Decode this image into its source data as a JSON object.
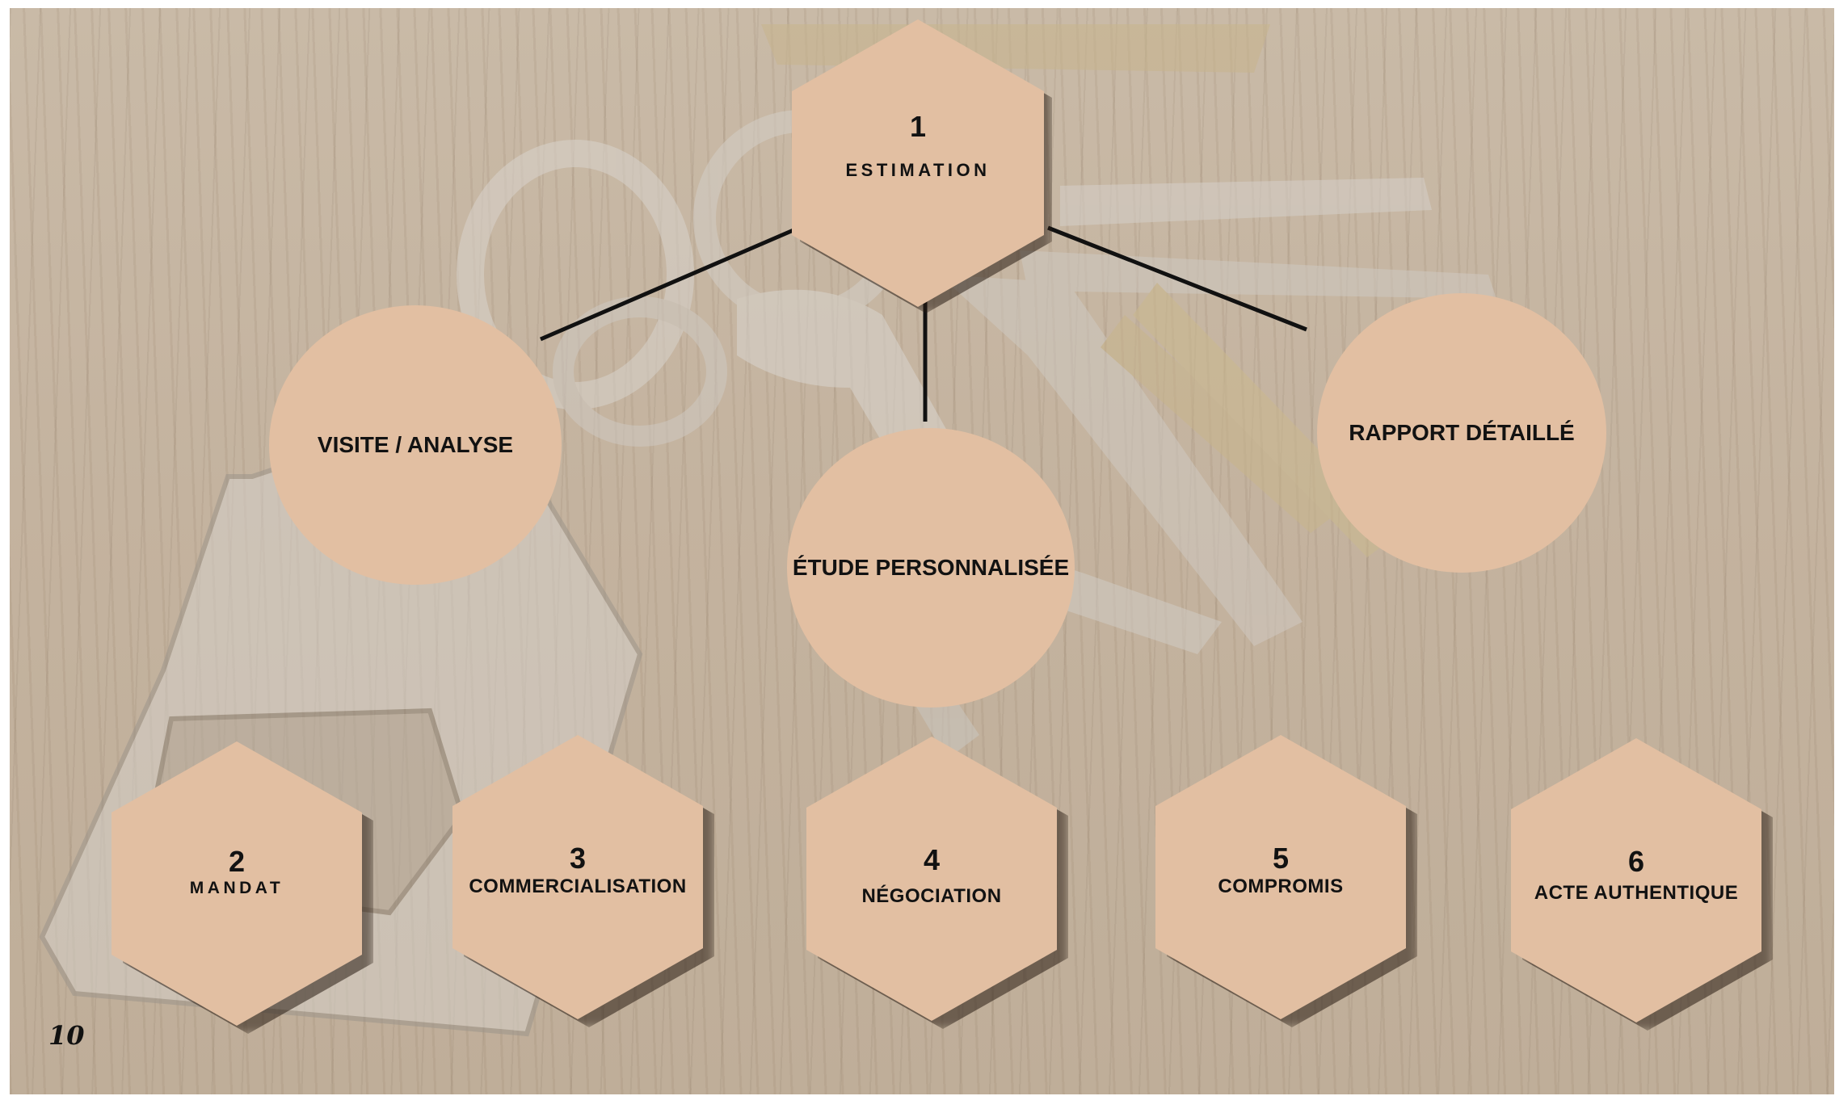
{
  "top_step": {
    "number": "1",
    "title": "ESTIMATION"
  },
  "sub_steps": [
    {
      "label": "VISITE / ANALYSE"
    },
    {
      "label": "ÉTUDE PERSONNALISÉE"
    },
    {
      "label": "RAPPORT DÉTAILLÉ"
    }
  ],
  "steps": [
    {
      "number": "2",
      "title": "MANDAT"
    },
    {
      "number": "3",
      "title": "COMMERCIALISATION"
    },
    {
      "number": "4",
      "title": "NÉGOCIATION"
    },
    {
      "number": "5",
      "title": "COMPROMIS"
    },
    {
      "number": "6",
      "title": "ACTE AUTHENTIQUE"
    }
  ],
  "page_number": "10",
  "colors": {
    "shape_fill": "#e2bfa2",
    "text": "#121212",
    "connector": "#111111"
  },
  "background_image": "keychain-with-house-keyring-on-wooden-table"
}
